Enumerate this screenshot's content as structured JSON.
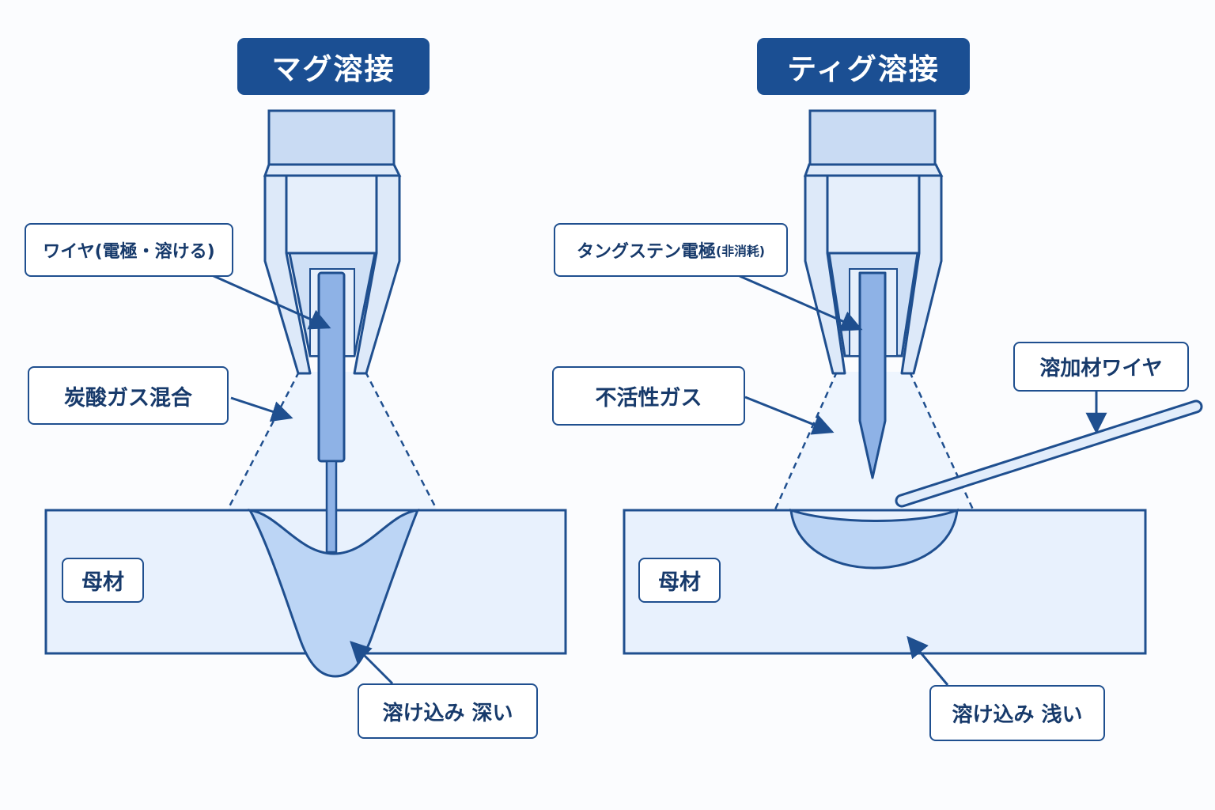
{
  "mag": {
    "title": "マグ溶接",
    "wire_label": "ワイヤ(電極・溶ける)",
    "gas_label": "炭酸ガス混合",
    "base_label": "母材",
    "penetration_label": "溶け込み 深い"
  },
  "tig": {
    "title": "ティグ溶接",
    "electrode_label_main": "タングステン電極",
    "electrode_label_note": "(非消耗)",
    "gas_label": "不活性ガス",
    "filler_label": "溶加材ワイヤ",
    "base_label": "母材",
    "penetration_label": "溶け込み 浅い"
  },
  "colors": {
    "navy": "#1b4f93",
    "outline": "#1f4f8f",
    "torch_fill": "#dde9f9",
    "torch_cap": "#c9dbf3",
    "gas_fill": "#eef5fe",
    "base_fill": "#e8f1fd",
    "pool_fill": "#bcd5f5",
    "electrode_fill": "#8eb2e6"
  }
}
